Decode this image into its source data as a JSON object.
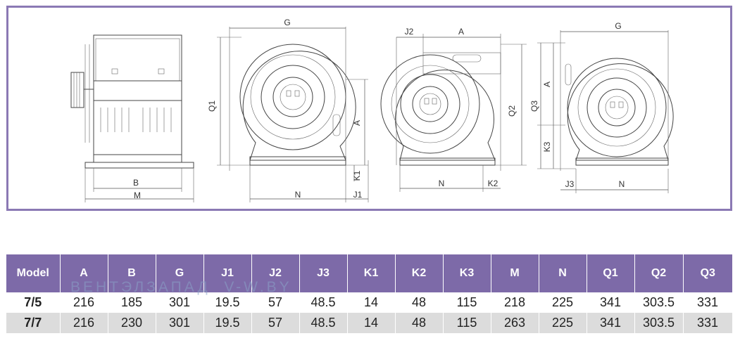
{
  "drawings": {
    "side_view": {
      "labels": {
        "b": "B",
        "m": "M"
      }
    },
    "front_view": {
      "labels": {
        "g": "G",
        "q1": "Q1",
        "a": "A",
        "k1": "K1",
        "j1": "J1",
        "n": "N"
      }
    },
    "middle_view": {
      "labels": {
        "j2": "J2",
        "a": "A",
        "q2": "Q2",
        "n": "N",
        "k2": "K2"
      }
    },
    "right_view": {
      "labels": {
        "g": "G",
        "q3": "Q3",
        "a": "A",
        "k3": "K3",
        "j3": "J3",
        "n": "N"
      }
    }
  },
  "table": {
    "headers": [
      "Model",
      "A",
      "B",
      "G",
      "J1",
      "J2",
      "J3",
      "K1",
      "K2",
      "K3",
      "M",
      "N",
      "Q1",
      "Q2",
      "Q3"
    ],
    "rows": [
      [
        "7/5",
        "216",
        "185",
        "301",
        "19.5",
        "57",
        "48.5",
        "14",
        "48",
        "115",
        "218",
        "225",
        "341",
        "303.5",
        "331"
      ],
      [
        "7/7",
        "216",
        "230",
        "301",
        "19.5",
        "57",
        "48.5",
        "14",
        "48",
        "115",
        "263",
        "225",
        "341",
        "303.5",
        "331"
      ]
    ]
  },
  "watermark": "ВЕНТЭЛЗАПАД  V-W.BY",
  "colors": {
    "frame": "#8b79b4",
    "header_bg": "#7d6aa8",
    "row_alt": "#dcdcdc"
  }
}
